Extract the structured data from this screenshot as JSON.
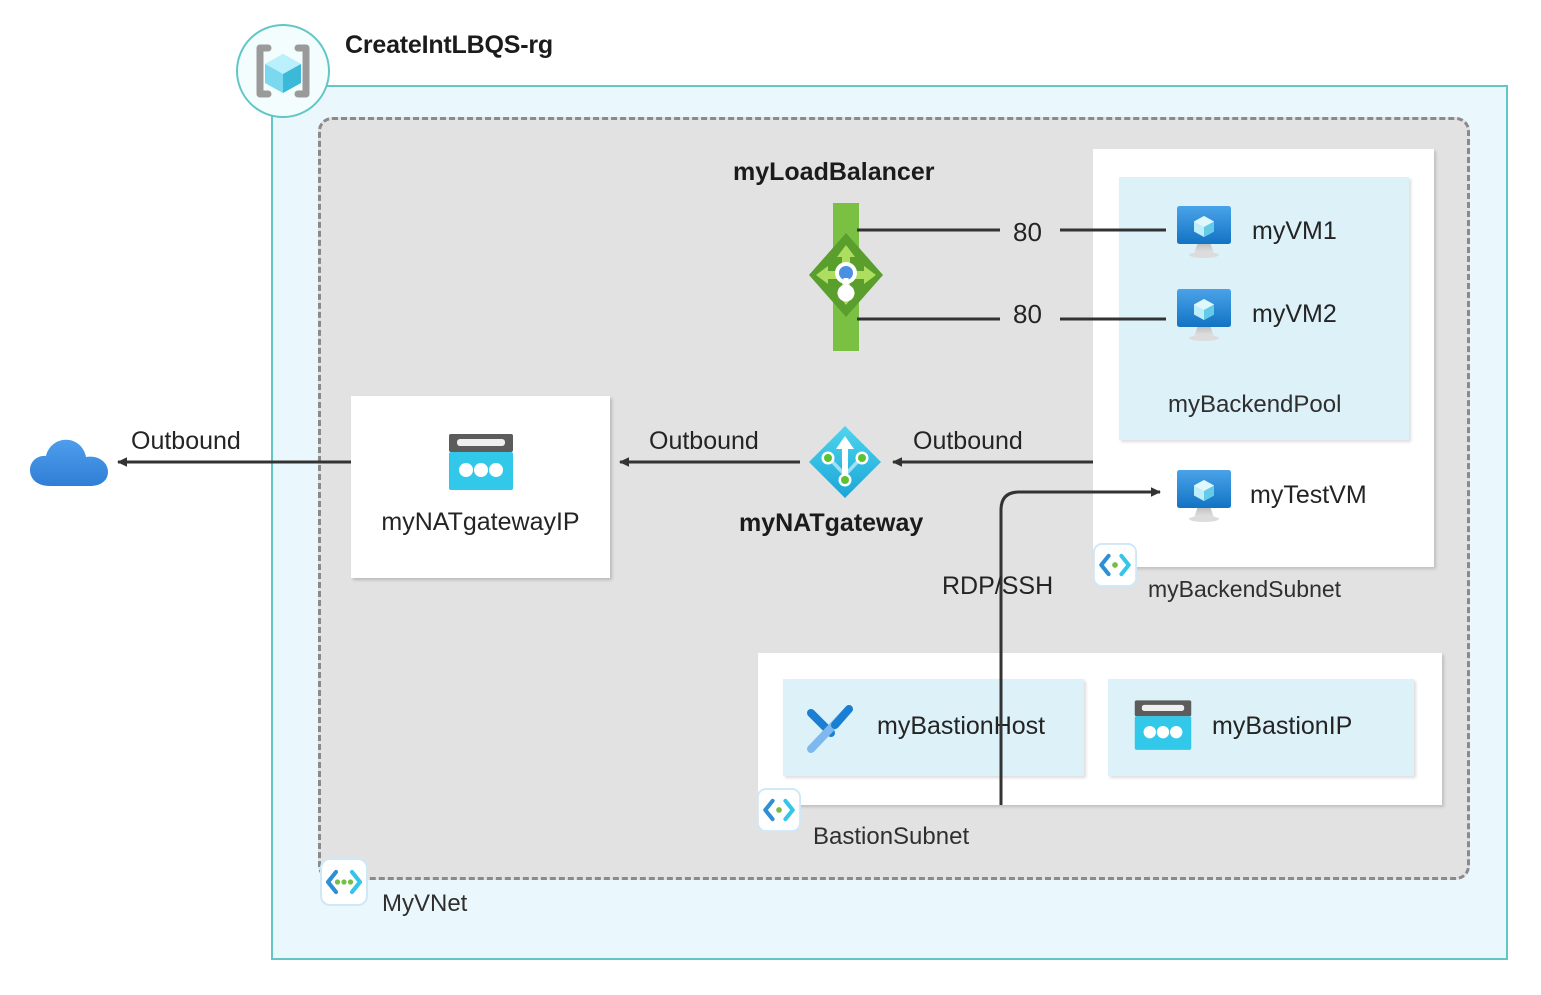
{
  "resource_group": {
    "name": "CreateIntLBQS-rg",
    "icon": "resource-group-icon",
    "border_color": "#62c6c6",
    "fill_color": "#eaf8fd"
  },
  "vnet": {
    "name": "MyVNet",
    "icon": "subnet-icon",
    "fill_color": "#e2e2e2",
    "border_color": "#8a8a8a"
  },
  "load_balancer": {
    "name": "myLoadBalancer",
    "icon": "load-balancer-icon",
    "accent_color": "#7ac143",
    "rules": [
      {
        "port": "80",
        "target": "myVM1"
      },
      {
        "port": "80",
        "target": "myVM2"
      }
    ]
  },
  "backend_subnet": {
    "name": "myBackendSubnet",
    "icon": "subnet-icon",
    "backend_pool": {
      "name": "myBackendPool",
      "fill_color": "#ddf1f9",
      "vms": [
        {
          "name": "myVM1",
          "icon": "virtual-machine-icon"
        },
        {
          "name": "myVM2",
          "icon": "virtual-machine-icon"
        }
      ]
    },
    "test_vm": {
      "name": "myTestVM",
      "icon": "virtual-machine-icon"
    }
  },
  "nat_gateway": {
    "name": "myNATgateway",
    "icon": "nat-gateway-icon",
    "accent_color": "#32bedd"
  },
  "nat_gateway_ip": {
    "name": "myNATgatewayIP",
    "icon": "public-ip-address-icon"
  },
  "bastion_subnet": {
    "name": "BastionSubnet",
    "icon": "subnet-icon",
    "items": [
      {
        "name": "myBastionHost",
        "icon": "bastion-icon"
      },
      {
        "name": "myBastionIP",
        "icon": "public-ip-address-icon"
      }
    ]
  },
  "internet": {
    "icon": "cloud-icon",
    "color": "#3c91e6"
  },
  "connections": {
    "outbound_internet": "Outbound",
    "outbound_natip": "Outbound",
    "outbound_subnet": "Outbound",
    "bastion_to_testvm": "RDP/SSH"
  }
}
